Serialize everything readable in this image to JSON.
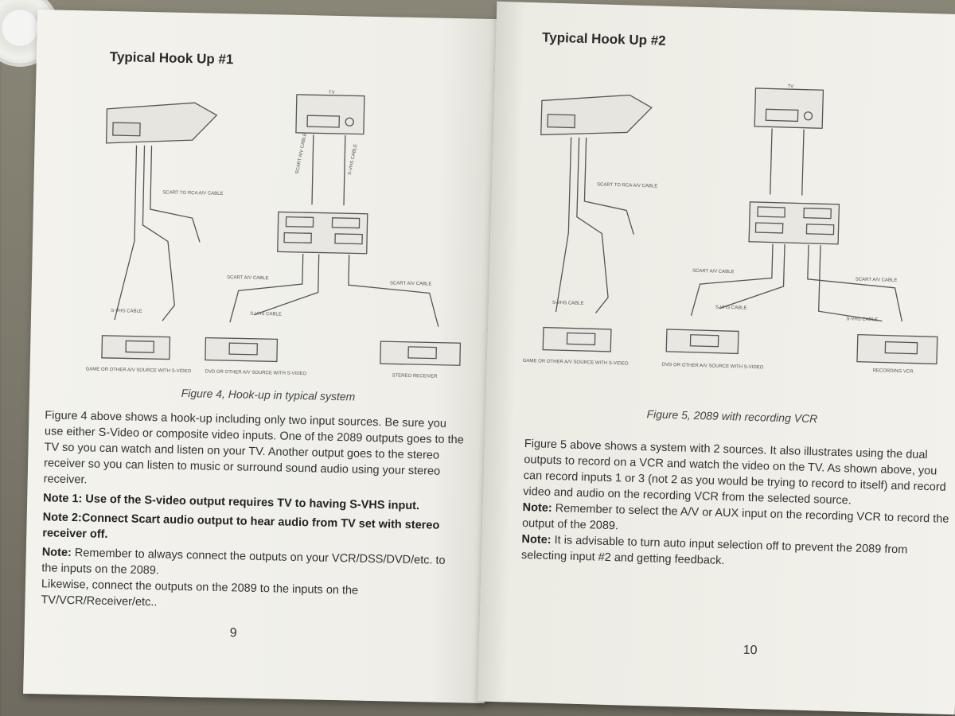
{
  "left_page": {
    "title": "Typical Hook Up #1",
    "diagram": {
      "labels": {
        "tv": "TV",
        "scart_to_rca": "SCART TO RCA A/V CABLE",
        "scart_av_cable_1": "SCART A/V CABLE",
        "scart_av_cable_2": "SCART A/V CABLE",
        "svhs_cable_1": "S-VHS CABLE",
        "svhs_cable_2": "S-VHS CABLE",
        "svhs_cable_tv": "S-VHS CABLE",
        "scart_av_cable_tv": "SCART A/V CABLE"
      },
      "device_game": "GAME OR OTHER A/V SOURCE WITH S-VIDEO",
      "device_dvd": "DVD OR OTHER A/V SOURCE WITH S-VIDEO",
      "device_receiver": "STEREO RECEIVER"
    },
    "caption": "Figure 4, Hook-up in typical system",
    "paragraph": "Figure 4 above shows a hook-up including only two input sources. Be sure you use either S-Video or composite video inputs. One of the 2089 outputs goes to the TV so you can watch and listen on your TV. Another output goes to the stereo receiver so you can listen to music or surround sound audio using your stereo receiver.",
    "note1": "Note 1: Use of the S-video output requires TV to having S-VHS input.",
    "note2": "Note 2:Connect Scart audio output to hear audio from TV set with stereo receiver off.",
    "note3_label": "Note:",
    "note3_text": " Remember to always connect the outputs on your VCR/DSS/DVD/etc. to the inputs on the 2089.",
    "likewise": "Likewise, connect the outputs on the 2089 to the inputs on the TV/VCR/Receiver/etc..",
    "page_number": "9"
  },
  "right_page": {
    "title": "Typical Hook Up #2",
    "diagram": {
      "labels": {
        "tv": "TV",
        "scart_to_rca": "SCART TO RCA A/V CABLE",
        "scart_av_cable_1": "SCART A/V CABLE",
        "scart_av_cable_2": "SCART A/V CABLE",
        "svhs_cable_1": "S-VHS CABLE",
        "svhs_cable_2": "S-VHS CABLE",
        "svhs_cable_3": "S-VHS CABLE"
      },
      "device_game": "GAME OR OTHER A/V SOURCE WITH S-VIDEO",
      "device_dvd": "DVD OR OTHER A/V SOURCE WITH S-VIDEO",
      "device_vcr": "RECORDING VCR"
    },
    "caption": "Figure 5, 2089 with recording VCR",
    "paragraph": "Figure 5 above shows a system with 2 sources. It also illustrates using the dual outputs to record on a VCR and watch the video on the TV. As shown above, you can record inputs 1 or 3 (not 2 as you would be trying to record to itself) and record video and audio on the recording VCR from the selected source.",
    "note1_label": "Note:",
    "note1_text": " Remember to select the A/V or AUX input on the recording VCR to record the output of the 2089.",
    "note2_label": "Note:",
    "note2_text": " It is advisable to turn auto input selection off to prevent the 2089 from selecting input #2 and getting feedback.",
    "page_number": "10"
  }
}
